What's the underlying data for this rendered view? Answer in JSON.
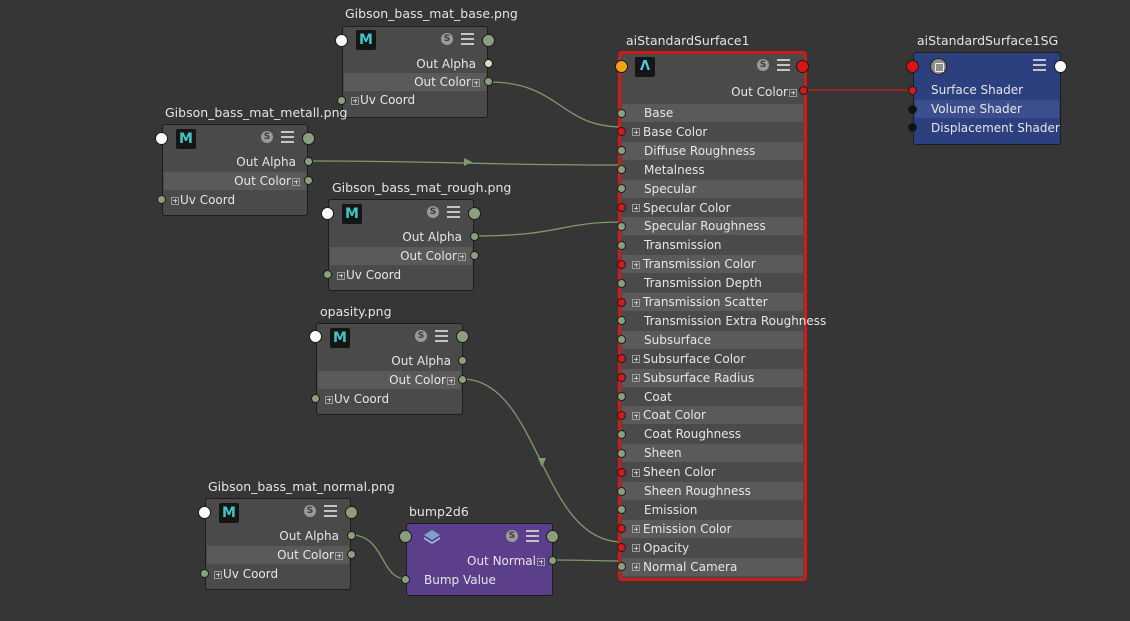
{
  "colors": {
    "background": "#363636",
    "shader_border": "#d11a1a",
    "shading_group": "#2c3f7e",
    "bump_node": "#5b3f8a",
    "connection_green": "#7f9a6c",
    "connection_red": "#c41a1a"
  },
  "file_nodes": [
    {
      "name": "Gibson_bass_mat_base.png",
      "icon": "maya-file-icon",
      "s_label": "S",
      "out_alpha": "Out Alpha",
      "out_color": "Out Color",
      "uv_coord": "Uv Coord"
    },
    {
      "name": "Gibson_bass_mat_metall.png",
      "icon": "maya-file-icon",
      "s_label": "S",
      "out_alpha": "Out Alpha",
      "out_color": "Out Color",
      "uv_coord": "Uv Coord"
    },
    {
      "name": "Gibson_bass_mat_rough.png",
      "icon": "maya-file-icon",
      "s_label": "S",
      "out_alpha": "Out Alpha",
      "out_color": "Out Color",
      "uv_coord": "Uv Coord"
    },
    {
      "name": "opasity.png",
      "icon": "maya-file-icon",
      "s_label": "S",
      "out_alpha": "Out Alpha",
      "out_color": "Out Color",
      "uv_coord": "Uv Coord"
    },
    {
      "name": "Gibson_bass_mat_normal.png",
      "icon": "maya-file-icon",
      "s_label": "S",
      "out_alpha": "Out Alpha",
      "out_color": "Out Color",
      "uv_coord": "Uv Coord"
    }
  ],
  "bump_node": {
    "name": "bump2d6",
    "s_label": "S",
    "out_normal": "Out Normal",
    "bump_value": "Bump Value"
  },
  "shader_node": {
    "name": "aiStandardSurface1",
    "s_label": "S",
    "out_color": "Out Color",
    "attributes": [
      "Base",
      "Base Color",
      "Diffuse Roughness",
      "Metalness",
      "Specular",
      "Specular Color",
      "Specular Roughness",
      "Transmission",
      "Transmission Color",
      "Transmission Depth",
      "Transmission Scatter",
      "Transmission Extra Roughness",
      "Subsurface",
      "Subsurface Color",
      "Subsurface Radius",
      "Coat",
      "Coat Color",
      "Coat Roughness",
      "Sheen",
      "Sheen Color",
      "Sheen Roughness",
      "Emission",
      "Emission Color",
      "Opacity",
      "Normal Camera"
    ]
  },
  "sg_node": {
    "name": "aiStandardSurface1SG",
    "rows": [
      "Surface Shader",
      "Volume Shader",
      "Displacement Shader"
    ]
  }
}
